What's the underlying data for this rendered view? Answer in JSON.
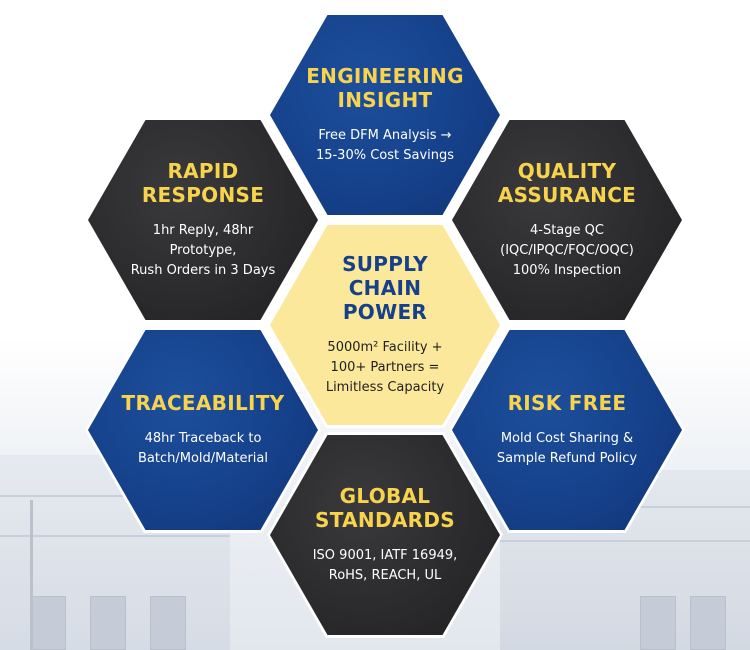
{
  "hexagons": {
    "engineering": {
      "title": "ENGINEERING\nINSIGHT",
      "desc": "Free DFM Analysis →\n15-30% Cost Savings"
    },
    "rapid": {
      "title": "RAPID\nRESPONSE",
      "desc": "1hr Reply, 48hr Prototype,\nRush Orders in 3 Days"
    },
    "quality": {
      "title": "QUALITY\nASSURANCE",
      "desc": "4-Stage QC\n(IQC/IPQC/FQC/OQC)\n100% Inspection"
    },
    "supply": {
      "title": "SUPPLY\nCHAIN POWER",
      "desc": "5000m² Facility +\n100+ Partners =\nLimitless Capacity"
    },
    "traceability": {
      "title": "TRACEABILITY",
      "desc": "48hr Traceback to\nBatch/Mold/Material"
    },
    "risk": {
      "title": "RISK FREE",
      "desc": "Mold Cost Sharing &\nSample Refund Policy"
    },
    "global": {
      "title": "GLOBAL\nSTANDARDS",
      "desc": "ISO 9001, IATF 16949,\nRoHS, REACH, UL"
    }
  },
  "colors": {
    "dark_hex": "#2a2a2c",
    "blue_hex": "#154089",
    "center_hex": "#fbe89a",
    "title_yellow": "#f7d34e",
    "title_blue": "#16408a"
  }
}
